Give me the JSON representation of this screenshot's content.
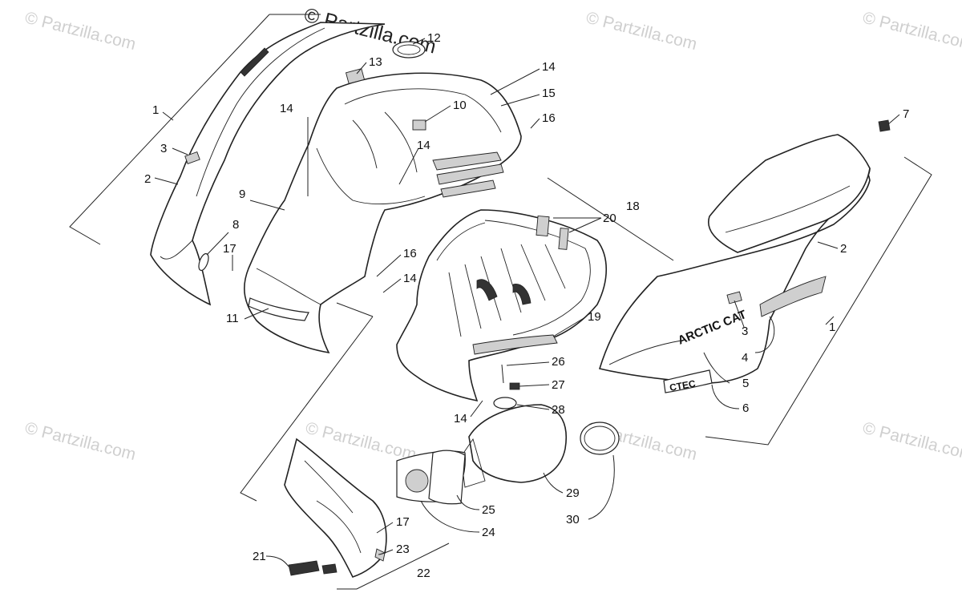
{
  "watermarks": [
    {
      "text": "© Partzilla.com"
    },
    {
      "text": "© Partzilla.com"
    },
    {
      "text": "© Partzilla.com"
    },
    {
      "text": "© Partzilla.com"
    },
    {
      "text": "© Partzilla.com"
    },
    {
      "text": "© Partzilla.com"
    },
    {
      "text": "© Partzilla.com"
    }
  ],
  "top_watermark": "© Partzilla.com",
  "decals": {
    "brand": "ARCTIC CAT",
    "model": "CTEC"
  },
  "callouts": [
    {
      "text": "1"
    },
    {
      "text": "3"
    },
    {
      "text": "2"
    },
    {
      "text": "8"
    },
    {
      "text": "17"
    },
    {
      "text": "9"
    },
    {
      "text": "11"
    },
    {
      "text": "14"
    },
    {
      "text": "13"
    },
    {
      "text": "12"
    },
    {
      "text": "10"
    },
    {
      "text": "14"
    },
    {
      "text": "14"
    },
    {
      "text": "15"
    },
    {
      "text": "16"
    },
    {
      "text": "16"
    },
    {
      "text": "14"
    },
    {
      "text": "18"
    },
    {
      "text": "20"
    },
    {
      "text": "19"
    },
    {
      "text": "26"
    },
    {
      "text": "27"
    },
    {
      "text": "28"
    },
    {
      "text": "14"
    },
    {
      "text": "7"
    },
    {
      "text": "2"
    },
    {
      "text": "3"
    },
    {
      "text": "1"
    },
    {
      "text": "4"
    },
    {
      "text": "5"
    },
    {
      "text": "6"
    },
    {
      "text": "29"
    },
    {
      "text": "30"
    },
    {
      "text": "25"
    },
    {
      "text": "24"
    },
    {
      "text": "17"
    },
    {
      "text": "23"
    },
    {
      "text": "22"
    },
    {
      "text": "21"
    }
  ]
}
